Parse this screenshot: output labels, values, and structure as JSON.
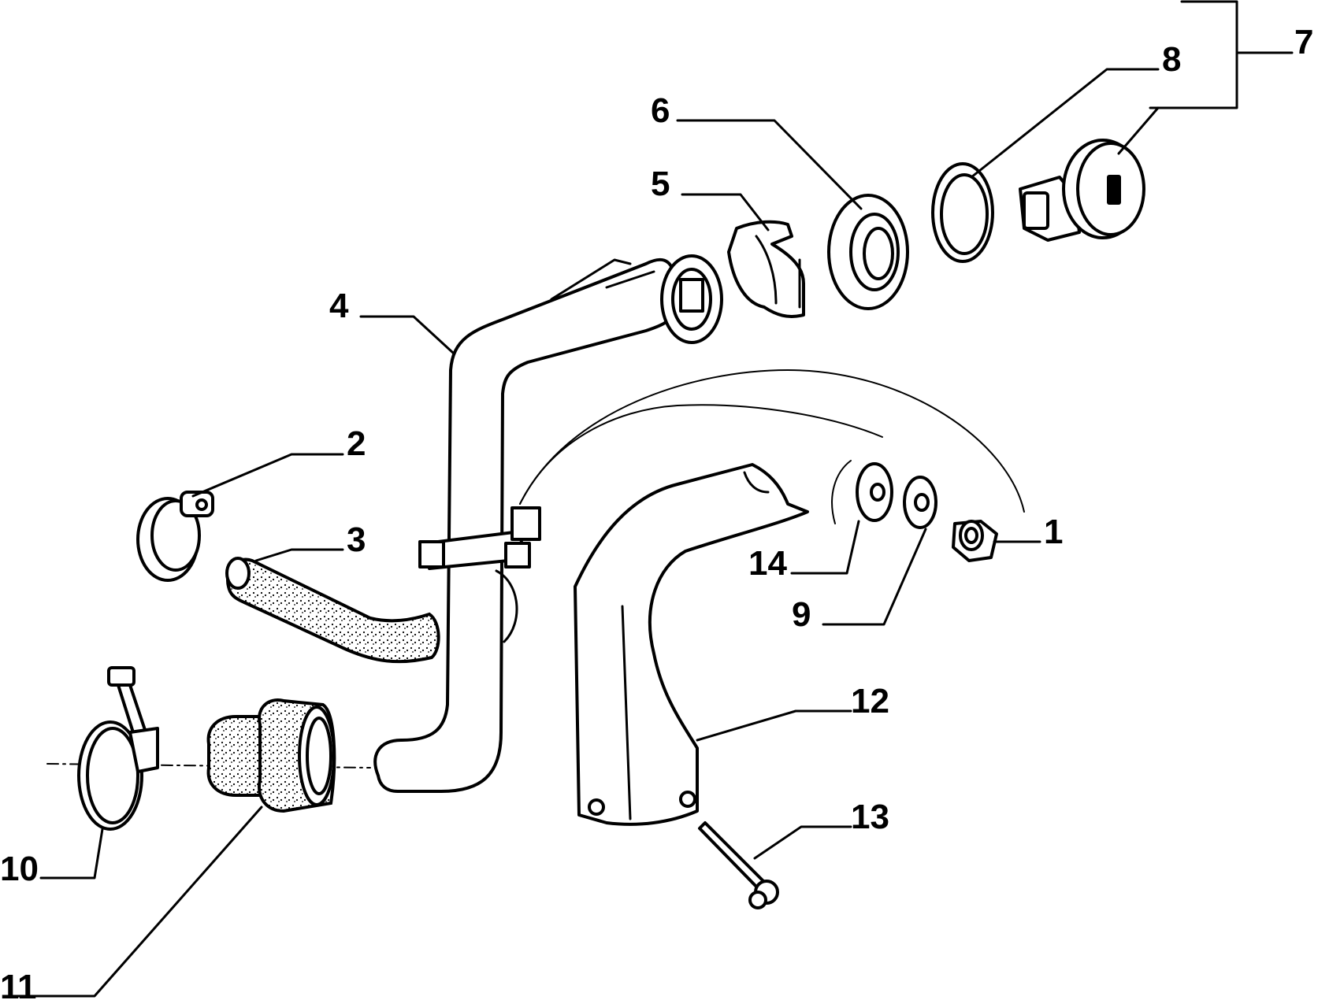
{
  "callouts": [
    {
      "id": "c1",
      "label": "1"
    },
    {
      "id": "c2",
      "label": "2"
    },
    {
      "id": "c3",
      "label": "3"
    },
    {
      "id": "c4",
      "label": "4"
    },
    {
      "id": "c5",
      "label": "5"
    },
    {
      "id": "c6",
      "label": "6"
    },
    {
      "id": "c7",
      "label": "7"
    },
    {
      "id": "c8",
      "label": "8"
    },
    {
      "id": "c9",
      "label": "9"
    },
    {
      "id": "c10",
      "label": "10"
    },
    {
      "id": "c11",
      "label": "11"
    },
    {
      "id": "c12",
      "label": "12"
    },
    {
      "id": "c13",
      "label": "13"
    },
    {
      "id": "c14",
      "label": "14"
    }
  ]
}
